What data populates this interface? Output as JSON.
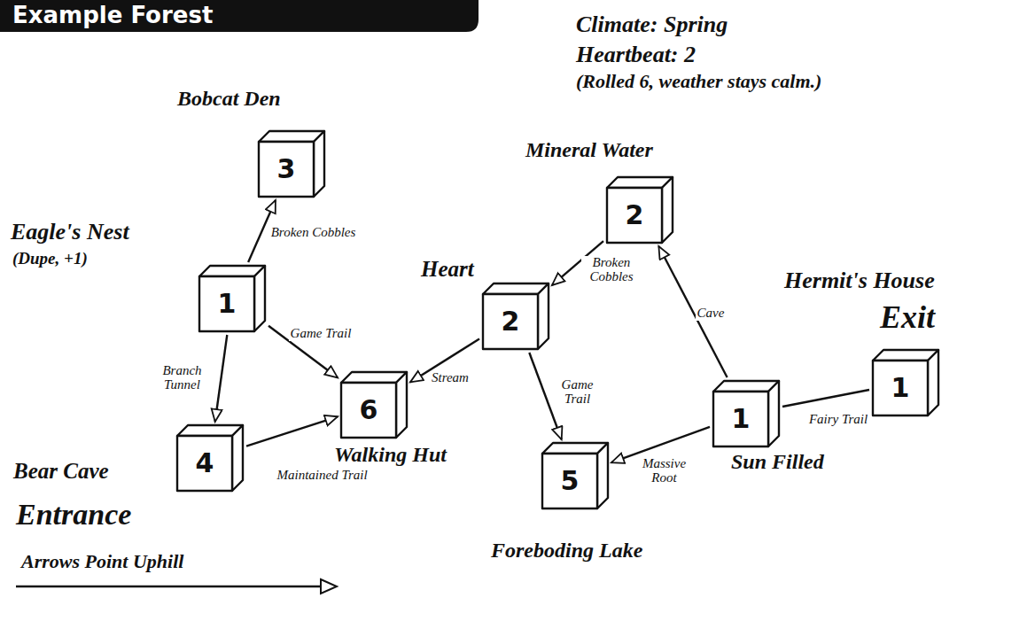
{
  "diagram": {
    "title": "Example Forest",
    "nodes": [
      {
        "text": [
          "Bobcat Den",
          "3"
        ]
      },
      {
        "text": [
          "Eagle's Nest",
          "(Dupe, +1)",
          "1"
        ]
      },
      {
        "text": [
          "Bear Cave",
          "Entrance",
          "4"
        ]
      },
      {
        "text": [
          "Walking Hut",
          "6"
        ]
      },
      {
        "text": [
          "Heart",
          "2"
        ]
      },
      {
        "text": [
          "Mineral Water",
          "2"
        ]
      },
      {
        "text": [
          "Sun Filled",
          "1"
        ]
      },
      {
        "text": [
          "Foreboding Lake",
          "5"
        ]
      },
      {
        "text": [
          "Hermit's House",
          "Exit",
          "1"
        ]
      }
    ],
    "edges": [
      {
        "from": 1,
        "to": 0,
        "arrow": "to",
        "label": "Broken Cobbles"
      },
      {
        "from": 1,
        "to": 3,
        "arrow": "to",
        "label": "Game Trail"
      },
      {
        "from": 1,
        "to": 2,
        "arrow": "to",
        "label": "Branch Tunnel"
      },
      {
        "from": 2,
        "to": 3,
        "arrow": "to",
        "label": "Maintained Trail"
      },
      {
        "from": 4,
        "to": 3,
        "arrow": "to",
        "label": "Stream"
      },
      {
        "from": 4,
        "to": 7,
        "arrow": "to",
        "label": "Game Trail"
      },
      {
        "from": 5,
        "to": 4,
        "arrow": "to",
        "label": "Broken Cobbles"
      },
      {
        "from": 6,
        "to": 5,
        "arrow": "to",
        "label": "Cave"
      },
      {
        "from": 6,
        "to": 7,
        "arrow": "to",
        "label": "Massive Root"
      },
      {
        "from": 8,
        "to": 6,
        "arrow": "none",
        "label": "Fairy Trail"
      }
    ],
    "labels": [
      "Climate: Spring",
      "Heartbeat: 2",
      "(Rolled 6, weather stays calm.)",
      "Arrows Point Uphill"
    ]
  }
}
